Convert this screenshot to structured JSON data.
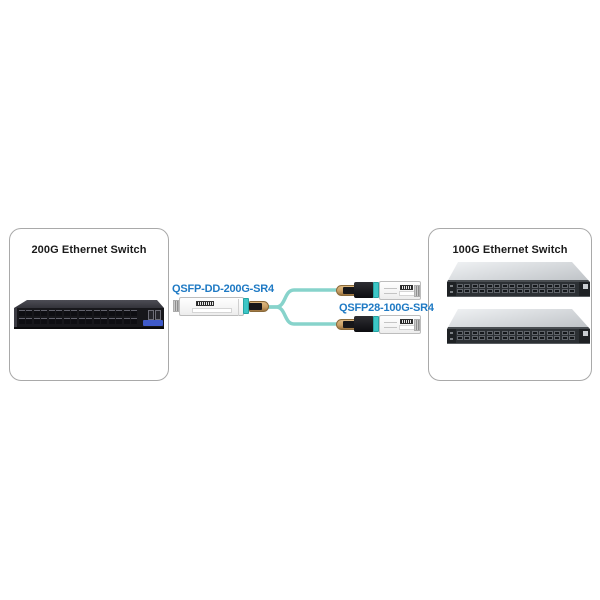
{
  "left_panel": {
    "title": "200G Ethernet Switch",
    "switch": {
      "description": "dark 1U switch with 32 QSFP ports",
      "rows": 2,
      "ports_per_row": 16,
      "badge_color": "#3f5ac9"
    }
  },
  "right_panel": {
    "title": "100G Ethernet Switch",
    "switches": [
      {
        "description": "silver-top 1U switch with 32 QSFP28 ports",
        "rows": 2,
        "ports_per_row": 16
      },
      {
        "description": "silver-top 1U switch with 32 QSFP28 ports",
        "rows": 2,
        "ports_per_row": 16
      }
    ]
  },
  "aoc": {
    "dd_label": "QSFP-DD-200G-SR4",
    "qsfp28_label": "QSFP28-100G-SR4",
    "colors": {
      "fiber": "#87d3cb",
      "latch": "#3cc6c6",
      "boot": "#c9a066",
      "label_text": "#1f7ac4"
    }
  }
}
